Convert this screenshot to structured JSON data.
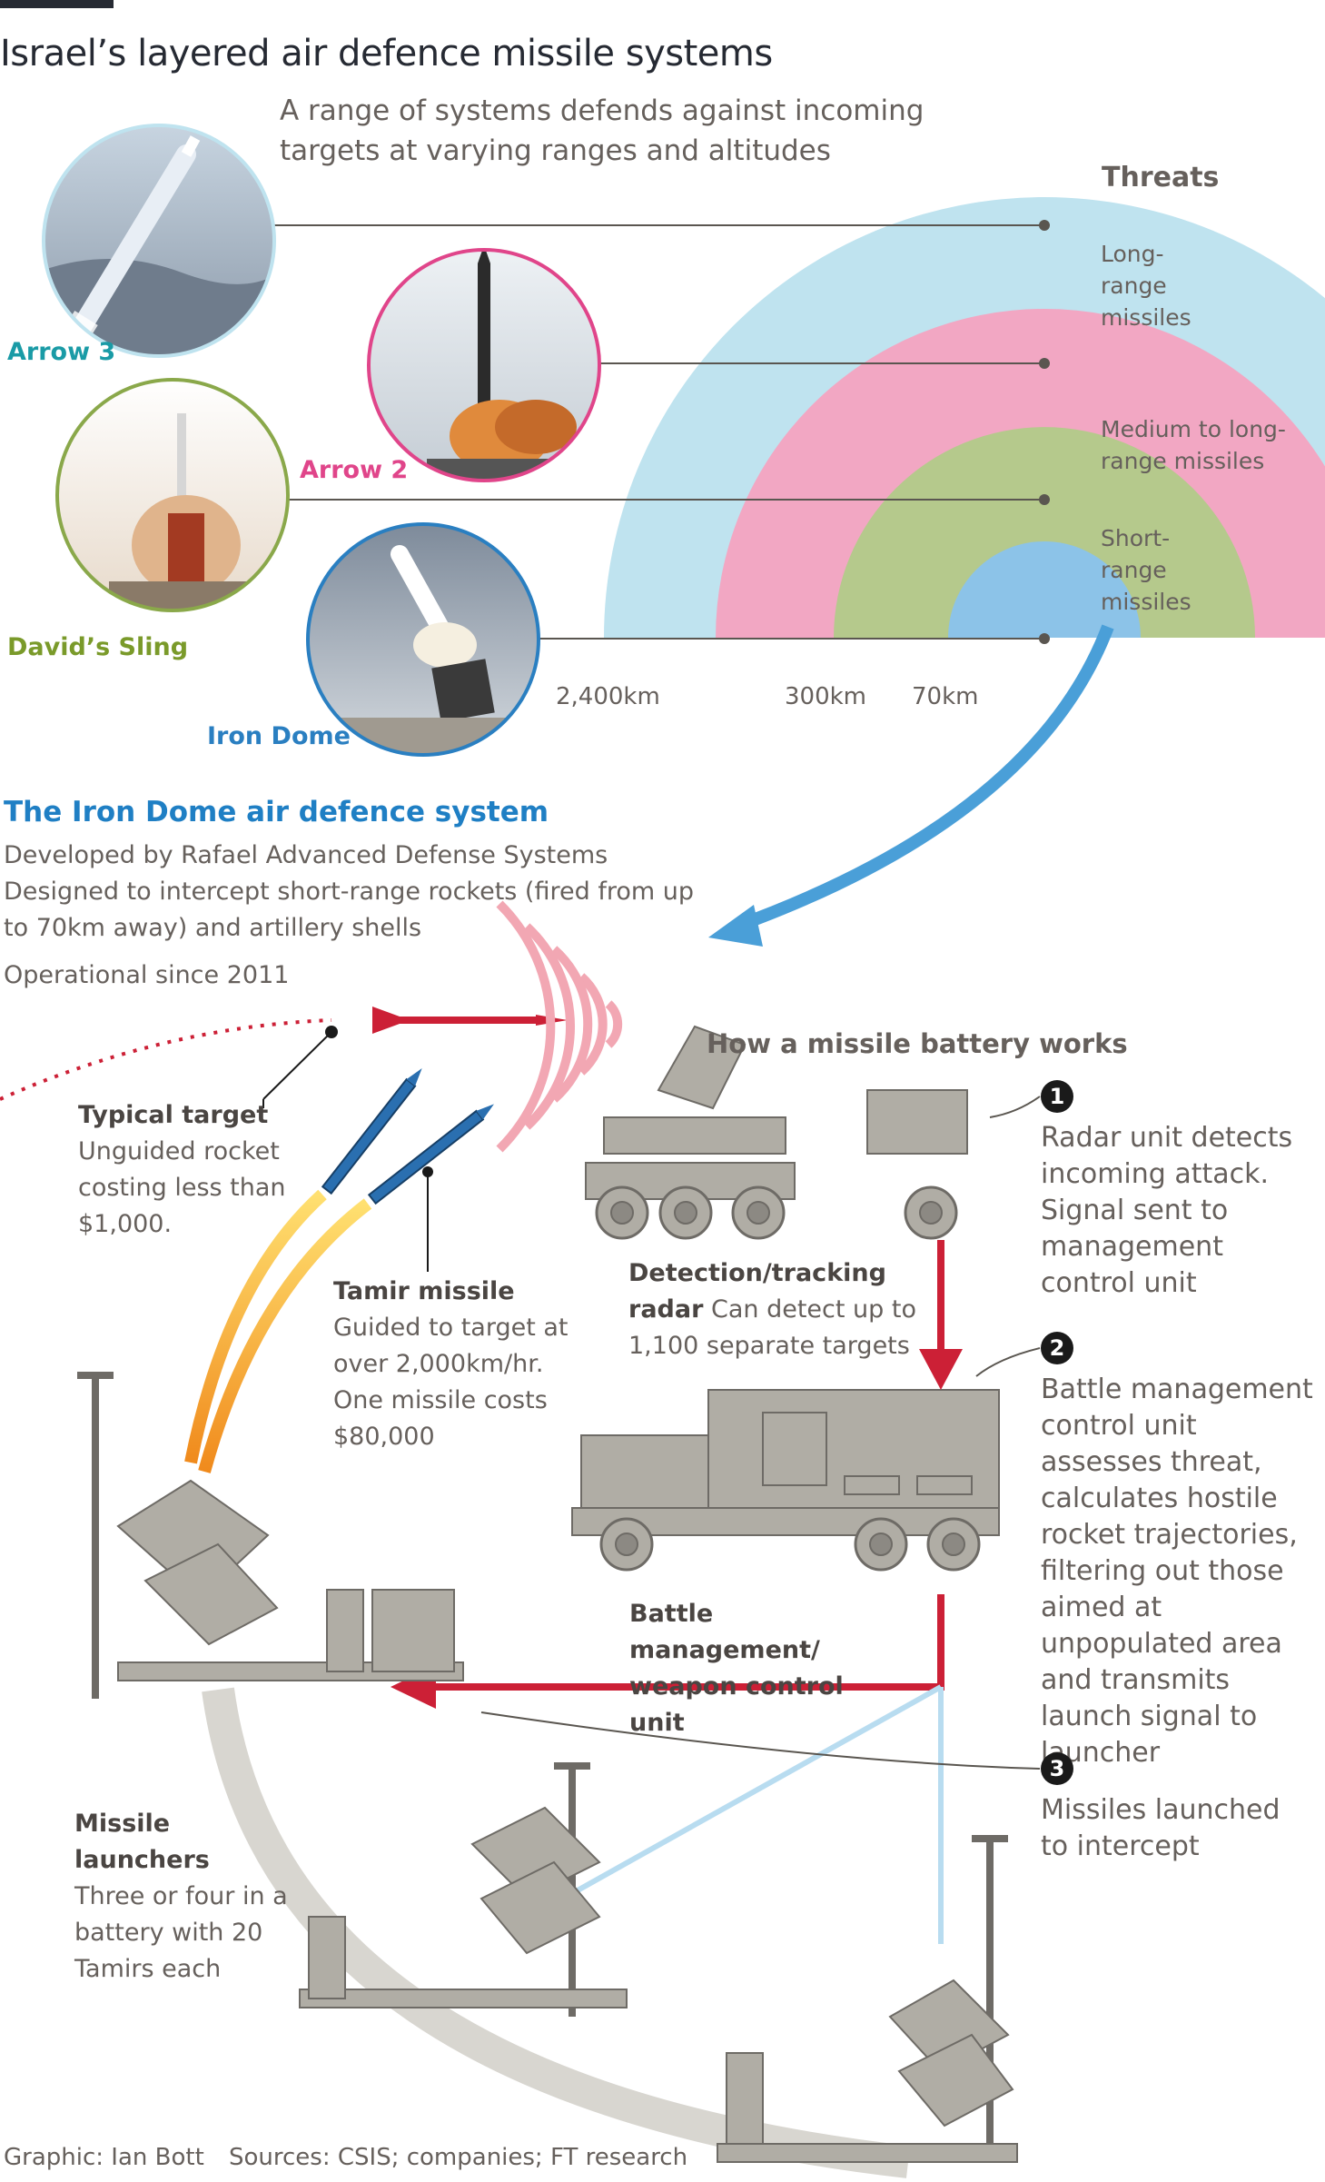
{
  "header": {
    "title": "Israel’s layered air defence missile systems",
    "subtitle": "A range of systems defends against incoming targets at varying ranges and altitudes"
  },
  "threats": {
    "heading": "Threats",
    "items": [
      {
        "label": "Long-range missiles",
        "color": "#bfe3ef"
      },
      {
        "label": "Medium to long-range missiles",
        "color": "#f2a7c3"
      },
      {
        "label": "Short-range missiles",
        "color": "#b5c98c"
      }
    ],
    "inner_color": "#8cc3e8",
    "ranges": [
      "2,400km",
      "300km",
      "70km"
    ]
  },
  "systems": [
    {
      "name": "Arrow 3",
      "color": "#1a9ba6"
    },
    {
      "name": "Arrow 2",
      "color": "#e0458a"
    },
    {
      "name": "David’s Sling",
      "color": "#7a9a2a"
    },
    {
      "name": "Iron Dome",
      "color": "#2a7fc1"
    }
  ],
  "iron_dome": {
    "title": "The Iron Dome air defence system",
    "desc1": "Developed by Rafael Advanced Defense Systems",
    "desc2": "Designed to intercept short-range rockets (fired from up to 70km away) and artillery shells",
    "desc3": "Operational since 2011"
  },
  "battery": {
    "heading": "How a missile battery works",
    "typical_target": {
      "title": "Typical target",
      "body": "Unguided rocket costing less than $1,000."
    },
    "tamir": {
      "title": "Tamir missile",
      "body": "Guided to target at over 2,000km/hr. One missile costs $80,000"
    },
    "radar": {
      "title": "Detection/tracking radar",
      "body": "Can detect up to 1,100 separate targets"
    },
    "bmc": {
      "title": "Battle management/ weapon control unit"
    },
    "launchers": {
      "title": "Missile launchers",
      "body": "Three or four in a battery with 20 Tamirs each"
    },
    "steps": [
      {
        "num": "1",
        "text": "Radar unit detects incoming attack. Signal sent to management control unit"
      },
      {
        "num": "2",
        "text": "Battle management control unit assesses threat, calculates hostile rocket trajectories, filtering out those aimed at unpopulated area and transmits launch signal to launcher"
      },
      {
        "num": "3",
        "text": "Missiles launched to intercept"
      }
    ]
  },
  "footer": {
    "credit": "Graphic: Ian Bott",
    "sources": "Sources: CSIS; companies; FT research"
  },
  "colors": {
    "arrow_red": "#cc2036",
    "arrow_blue": "#4a9fd8",
    "vehicle_grey": "#b0ada5"
  }
}
